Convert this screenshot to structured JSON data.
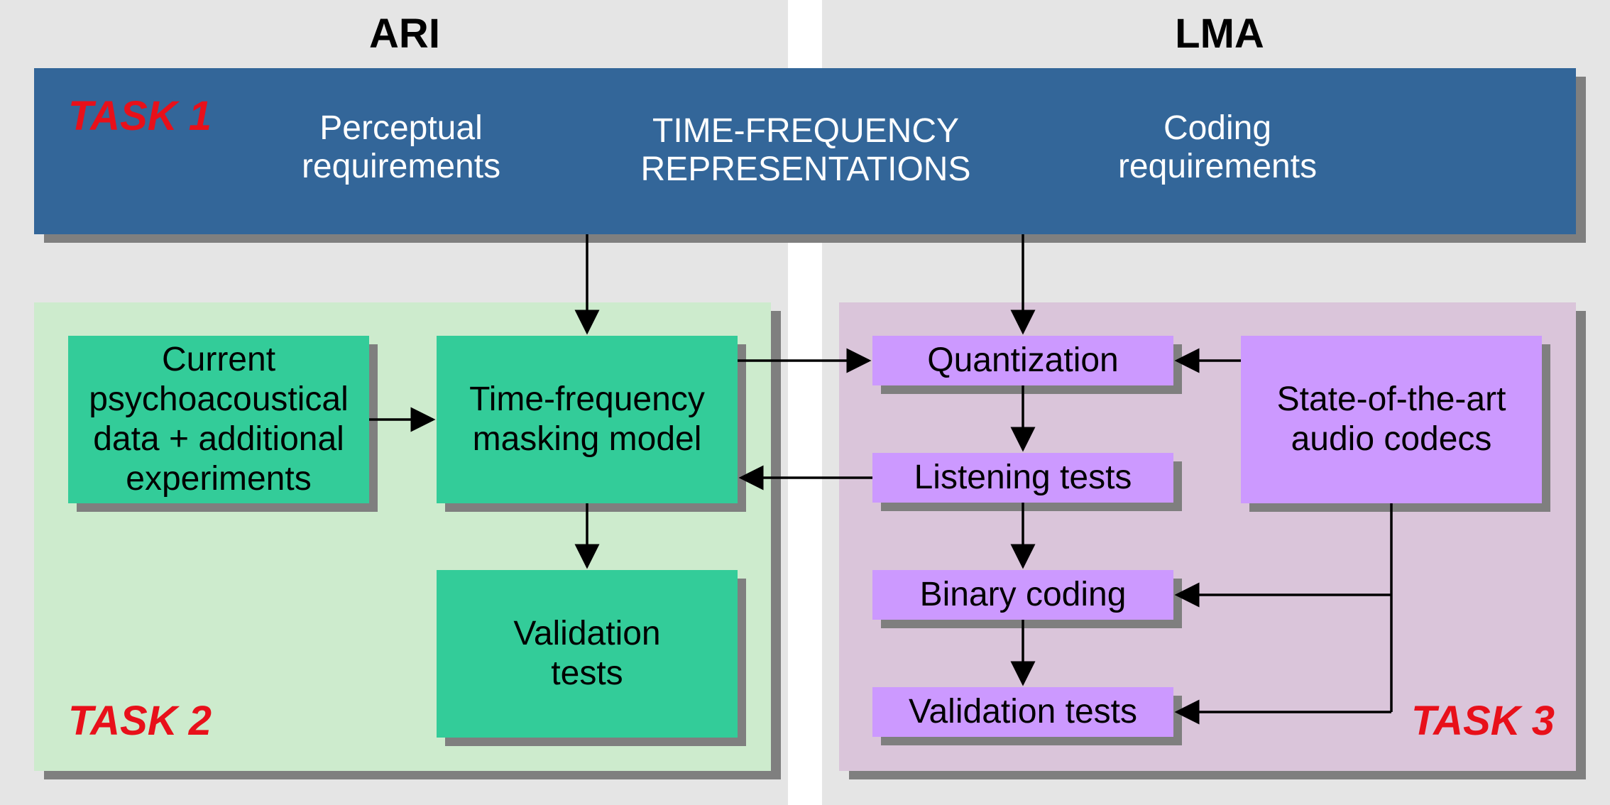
{
  "columns": {
    "left_title": "ARI",
    "right_title": "LMA"
  },
  "task1": {
    "label": "TASK 1",
    "perceptual": "Perceptual\nrequirements",
    "center": "TIME-FREQUENCY\nREPRESENTATIONS",
    "coding": "Coding\nrequirements"
  },
  "task2": {
    "label": "TASK 2",
    "psycho_box": "Current\npsychoacoustical\ndata + additional\nexperiments",
    "masking_box": "Time-frequency\nmasking model",
    "validation_box": "Validation\ntests"
  },
  "task3": {
    "label": "TASK 3",
    "quantization": "Quantization",
    "listening": "Listening tests",
    "binary": "Binary coding",
    "validation": "Validation tests",
    "codecs": "State-of-the-art\naudio codecs"
  },
  "colors": {
    "column_bg": "#e5e5e5",
    "task1_bg": "#336699",
    "task2_bg": "#cdebcd",
    "task3_bg": "#dac5da",
    "green_box": "#33cc99",
    "purple_box": "#cc99ff",
    "task_label": "#e8101a",
    "shadow": "#7f7f7f"
  }
}
